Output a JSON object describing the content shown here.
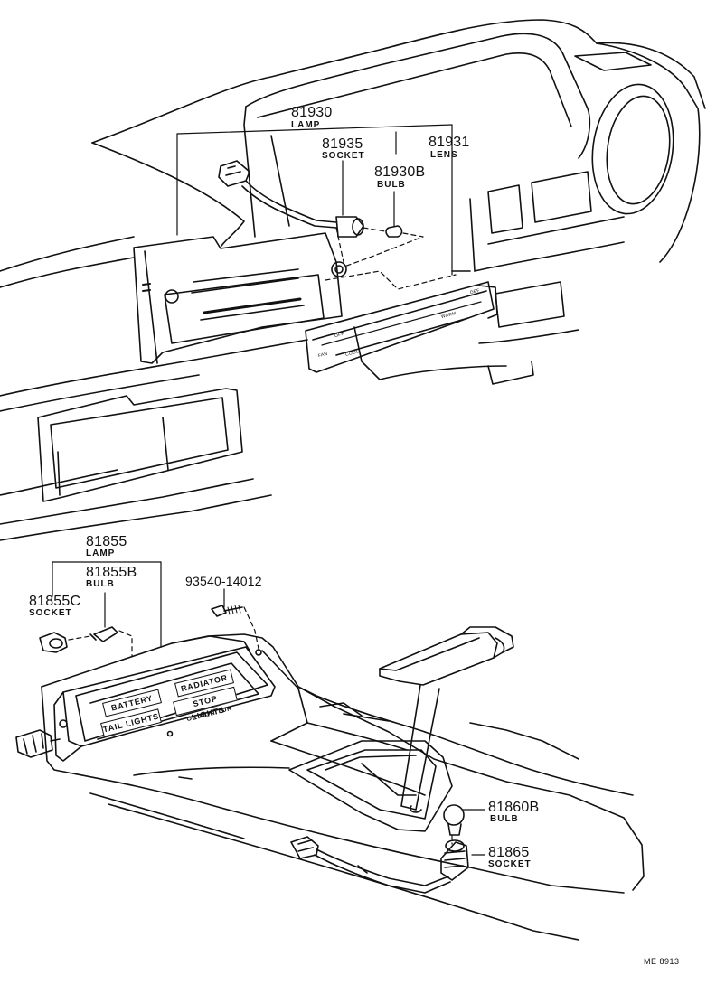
{
  "callouts": {
    "p81930": {
      "part_no": "81930",
      "name": "LAMP"
    },
    "p81935": {
      "part_no": "81935",
      "name": "SOCKET"
    },
    "p81931": {
      "part_no": "81931",
      "name": "LENS"
    },
    "p81930b": {
      "part_no": "81930B",
      "name": "BULB"
    },
    "p81855": {
      "part_no": "81855",
      "name": "LAMP"
    },
    "p81855b": {
      "part_no": "81855B",
      "name": "BULB"
    },
    "p81855c": {
      "part_no": "81855C",
      "name": "SOCKET"
    },
    "p93540": {
      "part_no": "93540-14012"
    },
    "p81860b": {
      "part_no": "81860B",
      "name": "BULB"
    },
    "p81865": {
      "part_no": "81865",
      "name": "SOCKET"
    }
  },
  "monitor_panel": {
    "battery": "BATTERY",
    "radiator": "RADIATOR",
    "stop_lights": "STOP LIGHTS",
    "tail_lights": "TAIL LIGHTS",
    "ok_monitor": "OK MONITOR"
  },
  "heater_panel": {
    "cool": "COOL",
    "warm": "WARM",
    "def": "DEF",
    "fan": "FAN",
    "off": "OFF"
  },
  "drawing_code": "ME 8913"
}
